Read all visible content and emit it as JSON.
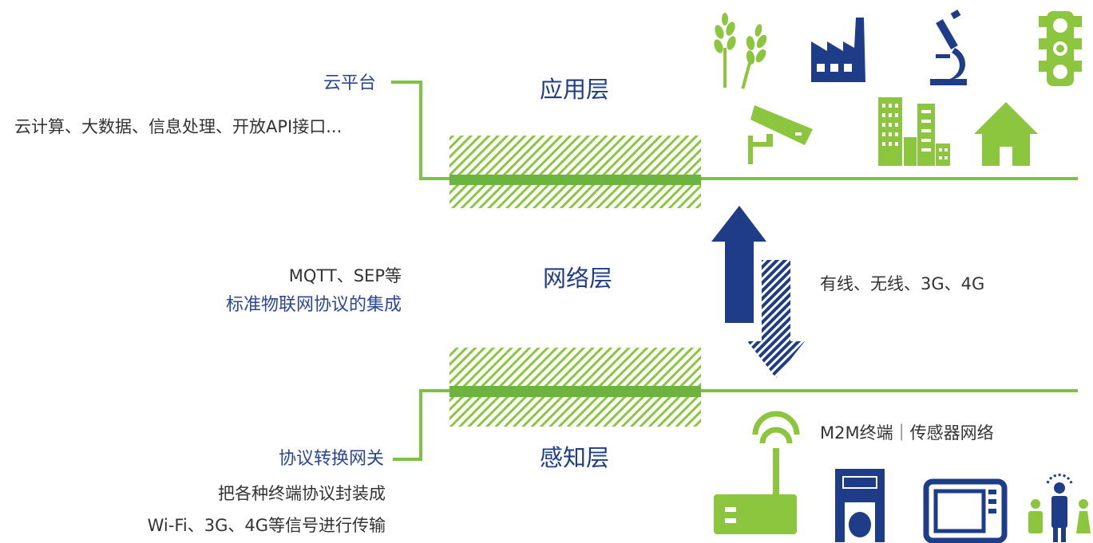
{
  "layers": {
    "application": "应用层",
    "network": "网络层",
    "perception": "感知层"
  },
  "cloud": {
    "label": "云平台",
    "desc": "云计算、大数据、信息处理、开放API接口..."
  },
  "protocol": {
    "line1": "MQTT、SEP等",
    "line2": "标准物联网协议的集成"
  },
  "gateway": {
    "label": "协议转换网关",
    "desc1": "把各种终端协议封装成",
    "desc2": "Wi-Fi、3G、4G等信号进行传输"
  },
  "network_types": "有线、无线、3G、4G",
  "m2m": "M2M终端｜传感器网络",
  "colors": {
    "green": "#7dc242",
    "blue": "#1f3c88"
  },
  "icons": [
    "wheat-icon",
    "factory-icon",
    "microscope-icon",
    "traffic-light-icon",
    "cctv-camera-icon",
    "city-buildings-icon",
    "house-icon",
    "wifi-router-icon",
    "coffee-machine-icon",
    "microwave-icon",
    "people-icon"
  ]
}
